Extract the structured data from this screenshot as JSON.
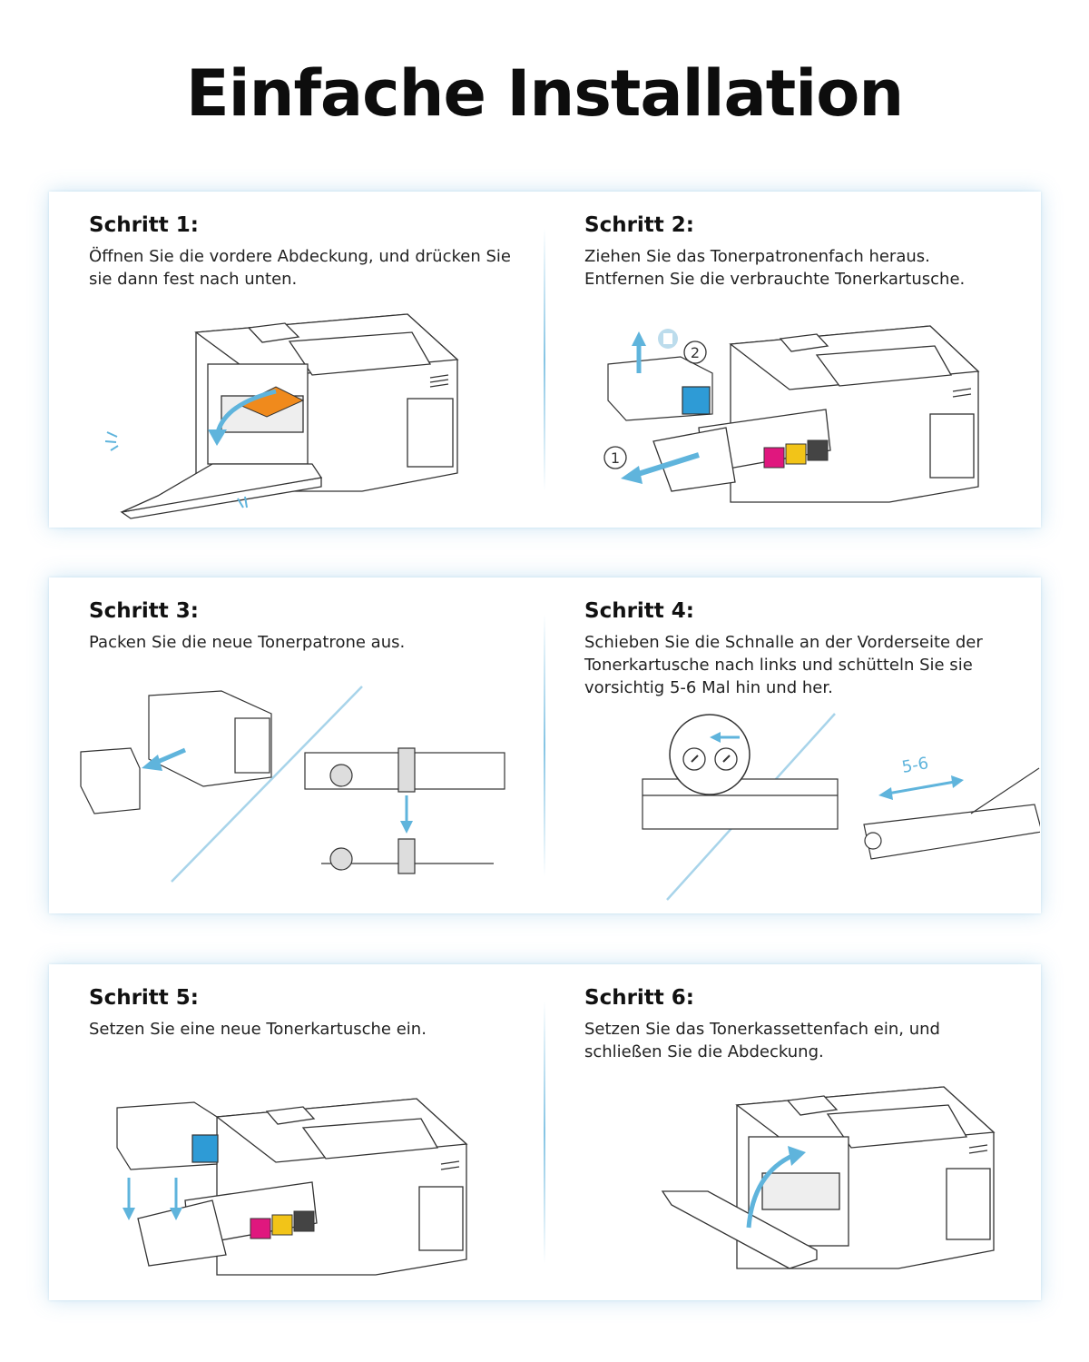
{
  "page": {
    "title": "Einfache Installation"
  },
  "steps": [
    {
      "title": "Schritt 1:",
      "text": "Öffnen Sie die vordere Abdeckung, und drücken Sie sie dann fest nach unten."
    },
    {
      "title": "Schritt 2:",
      "text": "Ziehen Sie das Tonerpatronenfach heraus. Entfernen Sie die verbrauchte Tonerkartusche.",
      "marker_1": "1",
      "marker_2": "2"
    },
    {
      "title": "Schritt 3:",
      "text": "Packen Sie die neue Tonerpatrone aus."
    },
    {
      "title": "Schritt 4:",
      "text": "Schieben Sie die Schnalle an der Vorderseite der Tonerkartusche nach links und schütteln Sie sie vorsichtig 5-6 Mal hin und her.",
      "shake_label": "5-6"
    },
    {
      "title": "Schritt 5:",
      "text": "Setzen Sie eine neue Tonerkartusche ein."
    },
    {
      "title": "Schritt 6:",
      "text": "Setzen Sie das Tonerkassettenfach ein, und schließen Sie die Abdeckung."
    }
  ],
  "icons": {
    "printer": "printer-icon",
    "arrow": "arrow-icon",
    "trash": "trash-icon",
    "toner": "toner-cartridge-icon"
  },
  "colors": {
    "accent": "#5fb4dc",
    "orange": "#f08a1c",
    "cyan": "#2e9bd6",
    "magenta": "#e0177e",
    "yellow": "#f2c418",
    "black": "#333333",
    "line": "#333333"
  }
}
